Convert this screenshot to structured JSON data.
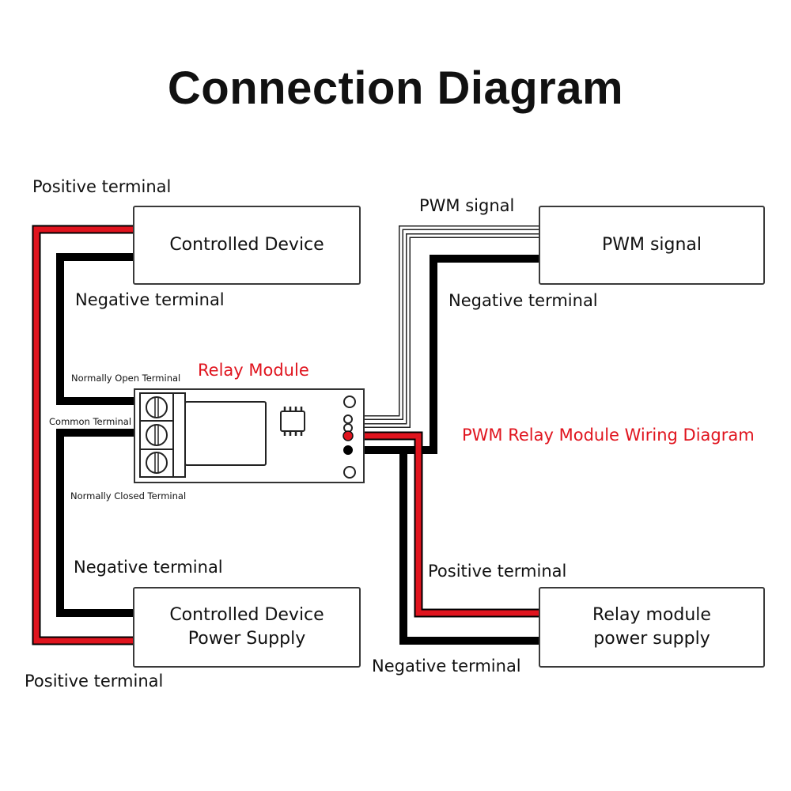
{
  "title": "Connection Diagram",
  "colors": {
    "positive_wire": "#e0141e",
    "negative_wire": "#000000",
    "signal_wire": "#ffffff",
    "highlight_text": "#e0141e"
  },
  "boxes": {
    "controlled_device": "Controlled Device",
    "controlled_device_power_line1": "Controlled Device",
    "controlled_device_power_line2": "Power Supply",
    "pwm_signal": "PWM signal",
    "relay_power_line1": "Relay module",
    "relay_power_line2": "power supply"
  },
  "relay_module": {
    "label": "Relay Module",
    "terminals": {
      "normally_open": "Normally Open Terminal",
      "common": "Common Terminal",
      "normally_closed": "Normally Closed Terminal"
    }
  },
  "labels": {
    "cd_positive": "Positive terminal",
    "cd_negative": "Negative terminal",
    "cdps_negative": "Negative terminal",
    "cdps_positive": "Positive terminal",
    "pwm_wire": "PWM signal",
    "pwm_negative": "Negative terminal",
    "relay_ps_positive": "Positive terminal",
    "relay_ps_negative": "Negative terminal"
  },
  "subtitle": "PWM Relay Module Wiring Diagram"
}
